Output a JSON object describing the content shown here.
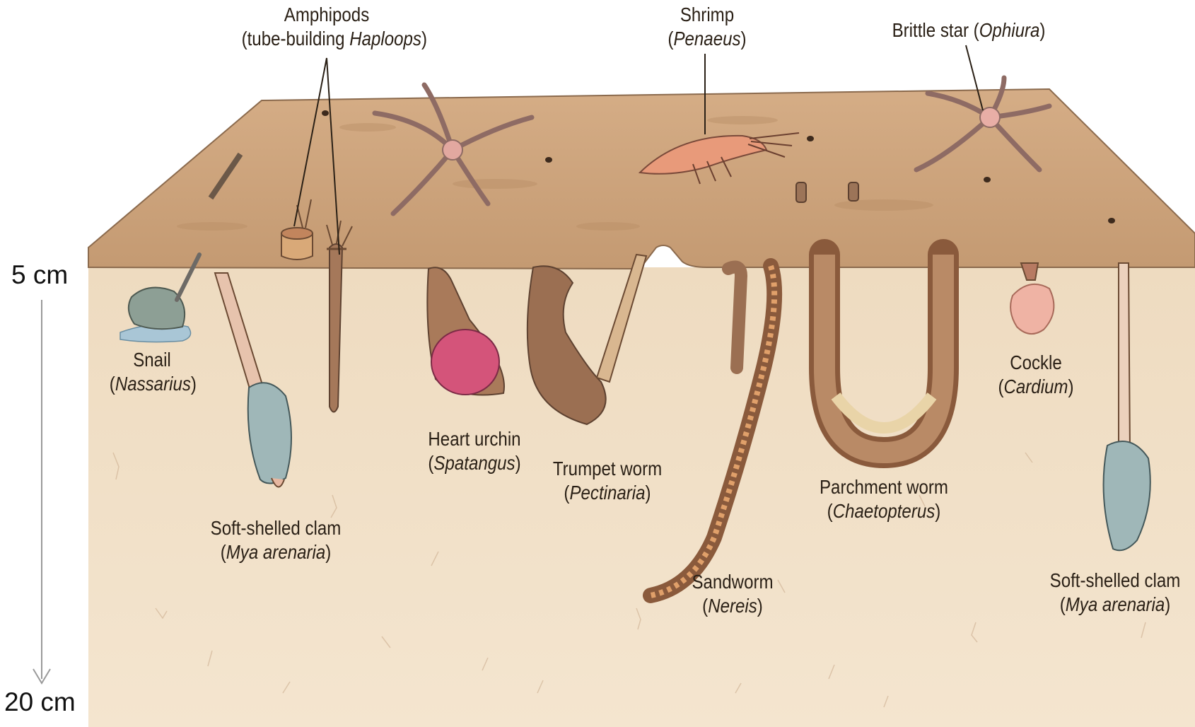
{
  "labels": {
    "amphipods": {
      "line1": "Amphipods",
      "pre": "(tube-building ",
      "sci": "Haploops",
      "post": ")"
    },
    "shrimp": {
      "line1": "Shrimp",
      "pre": "(",
      "sci": "Penaeus",
      "post": ")"
    },
    "brittle_star": {
      "pre": "Brittle star (",
      "sci": "Ophiura",
      "post": ")"
    },
    "snail": {
      "line1": "Snail",
      "pre": "(",
      "sci": "Nassarius",
      "post": ")"
    },
    "soft_clam_left": {
      "line1": "Soft-shelled clam",
      "pre": "(",
      "sci": "Mya arenaria",
      "post": ")"
    },
    "heart_urchin": {
      "line1": "Heart urchin",
      "pre": "(",
      "sci": "Spatangus",
      "post": ")"
    },
    "trumpet_worm": {
      "line1": "Trumpet worm",
      "pre": "(",
      "sci": "Pectinaria",
      "post": ")"
    },
    "sandworm": {
      "line1": "Sandworm",
      "pre": "(",
      "sci": "Nereis",
      "post": ")"
    },
    "parchment_worm": {
      "line1": "Parchment worm",
      "pre": "(",
      "sci": "Chaetopterus",
      "post": ")"
    },
    "cockle": {
      "line1": "Cockle",
      "pre": "(",
      "sci": "Cardium",
      "post": ")"
    },
    "soft_clam_right": {
      "line1": "Soft-shelled clam",
      "pre": "(",
      "sci": "Mya arenaria",
      "post": ")"
    }
  },
  "depth_scale": {
    "top": "5 cm",
    "bottom": "20 cm"
  },
  "colors": {
    "surface_sand": "#cfa780",
    "sediment": "#f0dec4",
    "burrow": "#a97a5a",
    "clam_shell": "#9fb7b8",
    "urchin": "#d4547a",
    "water_patch": "#a9c6d6"
  }
}
